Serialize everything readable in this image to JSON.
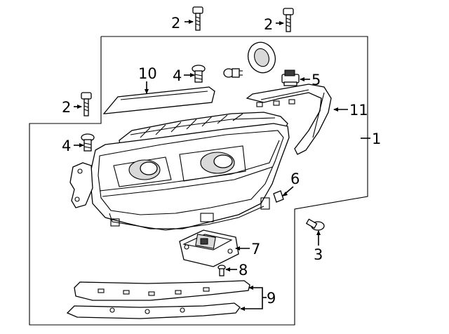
{
  "diagram": {
    "callouts": {
      "c2_top_left": "2",
      "c2_top_right": "2",
      "c2_left": "2",
      "c4_top": "4",
      "c4_left": "4",
      "c10": "10",
      "c5": "5",
      "c11": "11",
      "c1": "1",
      "c6": "6",
      "c3": "3",
      "c7": "7",
      "c8": "8",
      "c9": "9"
    }
  }
}
